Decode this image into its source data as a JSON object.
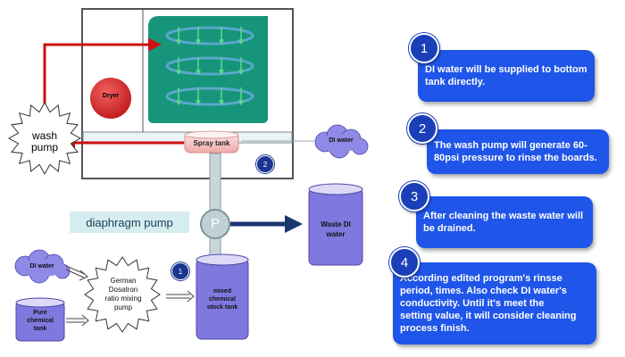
{
  "components": {
    "dryer": "Dryer",
    "wash_pump": [
      "wash",
      "pump"
    ],
    "spray_tank": "Spray tank",
    "di_water_top": "DI water",
    "di_water_left": "DI water",
    "pump_symbol": "P",
    "diaphragm_pump": "diaphragm pump",
    "waste_di_water": [
      "Waste DI",
      "water"
    ],
    "mixing_pump": [
      "German",
      "Dosatron",
      "ratio mixing",
      "pump"
    ],
    "pure_chemical_tank": [
      "Pure",
      "chemical",
      "tank"
    ],
    "mixed_chemical_tank": [
      "mixed",
      "chemical",
      "stock tank"
    ],
    "small_badge_1": "1",
    "small_badge_2": "2"
  },
  "steps": [
    {
      "number": "1",
      "lines": [
        "DI water will be supplied to bottom",
        "tank directly."
      ]
    },
    {
      "number": "2",
      "lines": [
        "The wash pump will generate 60-",
        "80psi pressure to rinse the boards."
      ]
    },
    {
      "number": "3",
      "lines": [
        "After cleaning the waste water will",
        "be drained."
      ]
    },
    {
      "number": "4",
      "lines": [
        "According edited program's rinsse",
        "period, times. Also check DI water's",
        "conductivity. Until it's meet the",
        "setting value, it will consider cleaning",
        "process finish."
      ]
    }
  ],
  "colors": {
    "pipe_red": "#cc1111",
    "chamber_green": "#17957a",
    "pipe_gray": "#c9d6dc",
    "tank_purple": "#7f78de",
    "step_blue": "#1f55e8",
    "flow_navy": "#1a3570"
  }
}
